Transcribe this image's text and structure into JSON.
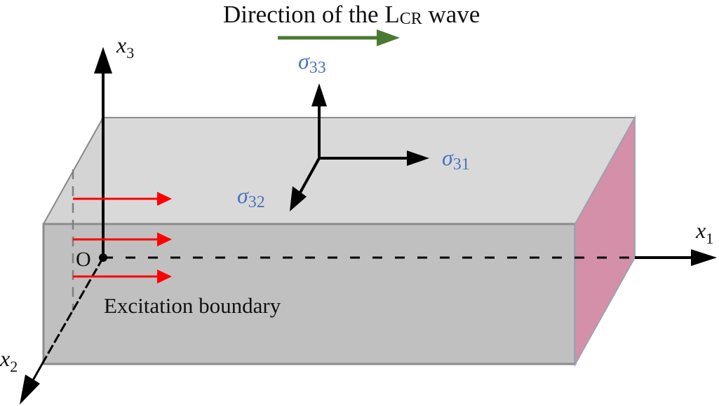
{
  "title": {
    "prefix": "Direction of the L",
    "subscript": "CR",
    "suffix": " wave"
  },
  "axes": {
    "x1": {
      "base": "x",
      "sub": "1"
    },
    "x2": {
      "base": "x",
      "sub": "2"
    },
    "x3": {
      "base": "x",
      "sub": "3"
    },
    "origin": "O"
  },
  "stresses": {
    "s33": {
      "base": "σ",
      "sub": "33"
    },
    "s31": {
      "base": "σ",
      "sub": "31"
    },
    "s32": {
      "base": "σ",
      "sub": "32"
    }
  },
  "excitation_label": "Excitation boundary",
  "colors": {
    "wave_arrow": "#4a7a32",
    "excitation_arrows": "#ff0000",
    "stress_labels": "#4a72c0",
    "top_face": "#d9d9d9",
    "front_face": "#c0c0c0",
    "left_face": "#d4d4d4",
    "end_face": "#d490a8",
    "edges": "#8c8c8c",
    "axes": "#000000"
  }
}
